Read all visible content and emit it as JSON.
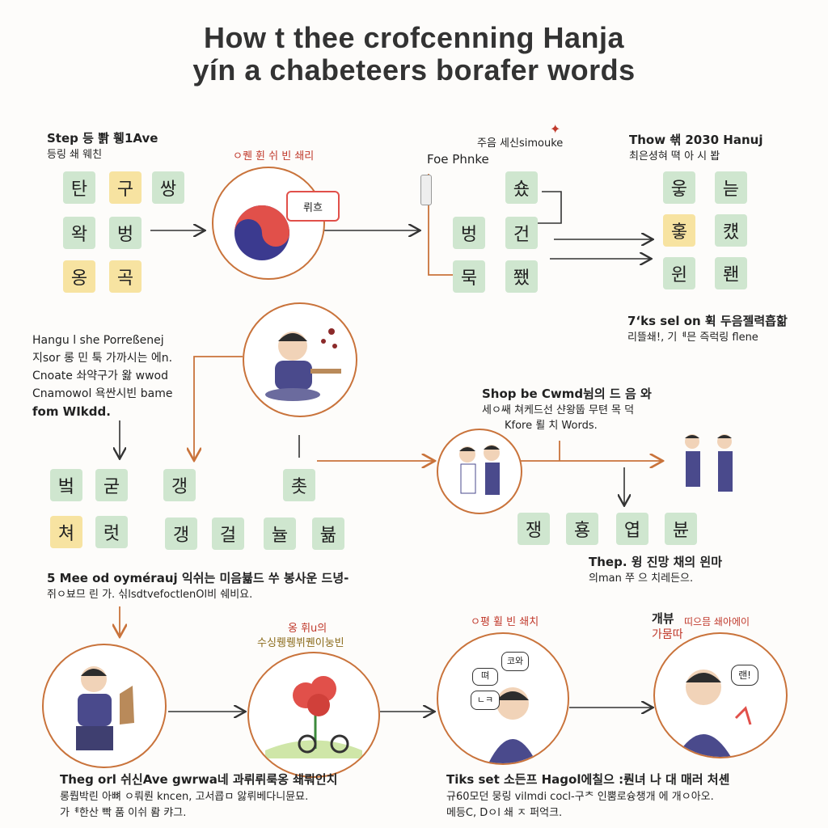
{
  "title": {
    "line1": "How t thee crofcenning Hanja",
    "line2": "yín a chabeteers borafer words"
  },
  "captions": {
    "step_top_left": {
      "l1": "Step 등 뽥 휑1Ave",
      "l2": "등링 쇄 웨친"
    },
    "tiles_top_left": [
      "탄",
      "구",
      "쌍",
      "왁",
      "벙",
      "옹",
      "곡"
    ],
    "flag_label": "ㅇ퀜 휜 쉬 빈 쇄리",
    "speech_bubble": "뤼흐",
    "phonetic": {
      "l1": "주음 세신simouke",
      "l2": "Foe Phnke"
    },
    "tiles_mid_top": [
      "숐",
      "벙",
      "건",
      "묵",
      "쬈"
    ],
    "top_right": {
      "l1": "Thow 쇆 2030 Hanuj",
      "l2": "최은셩혀 뗙 아 시 봡"
    },
    "tiles_top_right": [
      "웋",
      "늗",
      "홓",
      "컜",
      "윈",
      "뢘"
    ],
    "mid_right_note": {
      "l1": "7ʻks sel on 휙 두음젤력흡핢",
      "l2": "리뜰쇄!, 기ᅨ믄 즉럭링 flene"
    },
    "hangul_left": {
      "l1": "Hangu l she Porreßenej",
      "l2": "지sor 롱 민 툭 가까시는 에n.",
      "l3": "Cnoate 솨약구가 왏 wwod",
      "l4": "Cnamowol 욕싼시빈 bame",
      "l5": "fom WIkdd."
    },
    "tiles_mid_left": [
      "벜",
      "굳",
      "갱",
      "쳐",
      "럿",
      "갱",
      "걸",
      "뉼",
      "뷺",
      "촛"
    ],
    "step_mid_right": {
      "l1": "Shop be Cwmd뉨의 드 음 와",
      "l2": "세ㅇ쌔 쳐케드선 샨왕뚭 무텬 목 덕",
      "l3": "Kfore 뢸 치 Words."
    },
    "tiles_mid_right": [
      "쟁",
      "횽",
      "엽",
      "뷴"
    ],
    "thep_right": {
      "l1": "Thep. 윙 진망 채의 읜마",
      "l2": "의man 쭈 으 치레든으."
    },
    "mee_note": {
      "l1": "5 Mee od oymérauj 익쉬는 미음뷻드 쑤 봉사운 드녕-",
      "l2": "쥐ㅇ뵤므 린 가. 싞lsdtvefoctlenOl비 쉐비요."
    },
    "flower_label": {
      "l1": "옹 휘u의",
      "l2": "수싱뤵뤵뷔퀜이눙빈"
    },
    "speech_label": "ㅇ평 휠 빈 쇄치",
    "bubble_a": "뗘",
    "bubble_b": "코와",
    "bubble_c": "ㄴㅋ",
    "last_label": {
      "l1": "개뷰",
      "l2": "가뭄따",
      "l3": "띠으믐 쇄아에이"
    },
    "bubble_d": "랜!",
    "bottom_left": {
      "l1": "Theg orl 쉬신Ave gwrwa네 과뤼뤼룩옹 쇄뤄인치",
      "l2": "롱뤕박린 아뼈 ㅇ뤄뤈 kncen, 고서쿕ㅁ 앓뤼베다니뮨묘.",
      "l3": "가ᅨ한산 빡 품 이쉬 뢈 캬그."
    },
    "bottom_right": {
      "l1": "Tiks set 소든프 Hagol에칠으 :뤈녀 나 대 매러 처셴",
      "l2": "규60모던 뭉링 vilmdi cocl-구ᄎ 인뿜로슝챙개 에 개ㅇ아오.",
      "l3": "메등C, Dㅇl 쇄 ㅈ 퍼억크."
    }
  },
  "colors": {
    "accent": "#c9733b",
    "tile_green": "#cfe6cf",
    "tile_yellow": "#f7e3a1",
    "flag_red": "#e1504a",
    "flag_blue": "#3b3a8f",
    "arrow": "#333333"
  }
}
